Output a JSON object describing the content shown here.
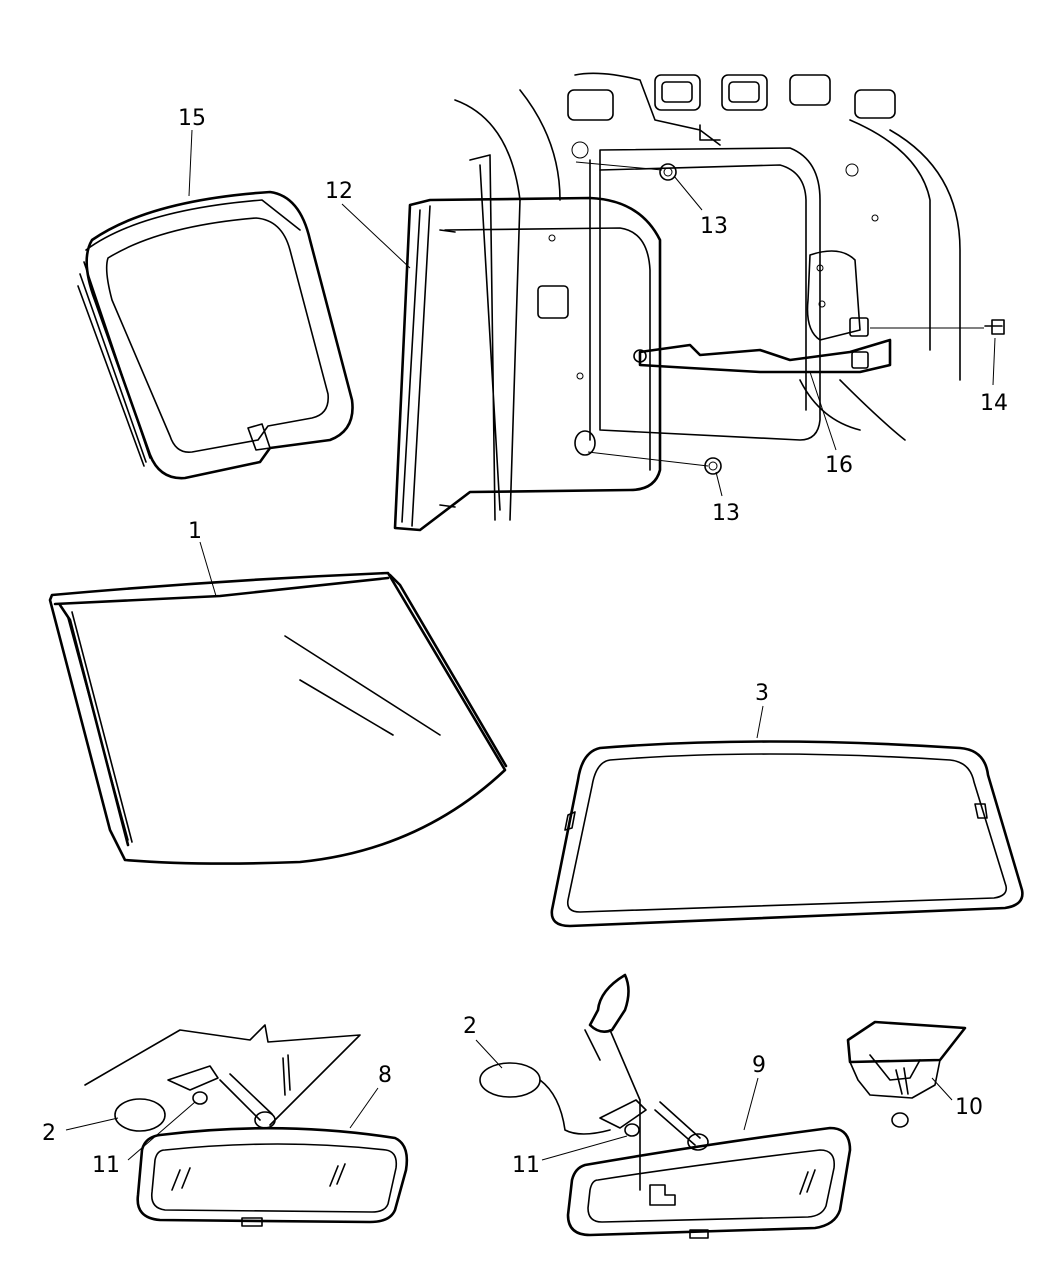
{
  "callouts": [
    {
      "id": "c15",
      "text": "15"
    },
    {
      "id": "c12",
      "text": "12"
    },
    {
      "id": "c13a",
      "text": "13"
    },
    {
      "id": "c13b",
      "text": "13"
    },
    {
      "id": "c14",
      "text": "14"
    },
    {
      "id": "c16",
      "text": "16"
    },
    {
      "id": "c1",
      "text": "1"
    },
    {
      "id": "c3",
      "text": "3"
    },
    {
      "id": "c2a",
      "text": "2"
    },
    {
      "id": "c11a",
      "text": "11"
    },
    {
      "id": "c8",
      "text": "8"
    },
    {
      "id": "c2b",
      "text": "2"
    },
    {
      "id": "c11b",
      "text": "11"
    },
    {
      "id": "c9",
      "text": "9"
    },
    {
      "id": "c10",
      "text": "10"
    }
  ]
}
